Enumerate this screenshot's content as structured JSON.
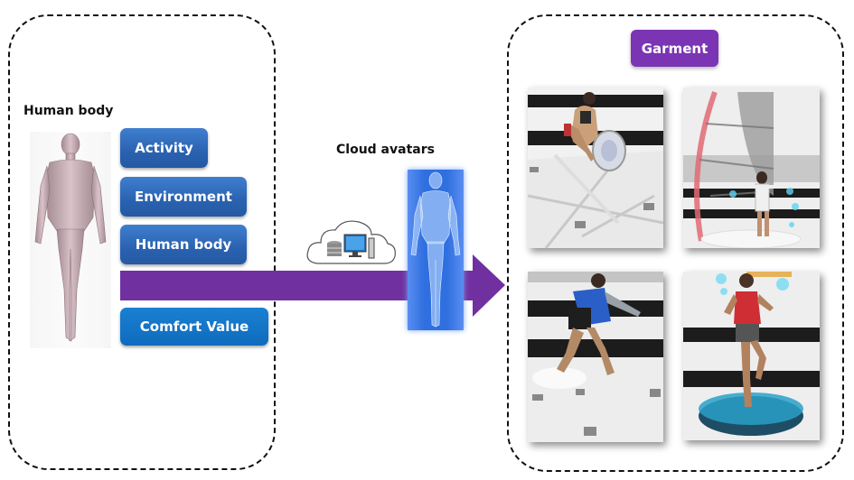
{
  "left_panel": {
    "heading": "Human body",
    "figure_icon": "human-body-figure",
    "inputs": [
      {
        "label": "Activity"
      },
      {
        "label": "Environment"
      },
      {
        "label": "Human body"
      }
    ],
    "output": {
      "label": "Comfort Value"
    }
  },
  "middle": {
    "heading": "Cloud avatars",
    "cloud_icon": "cloud-server-icon",
    "avatar_icon": "digital-avatar-figure"
  },
  "right_panel": {
    "heading": "Garment",
    "scenes": [
      {
        "name": "rowing-scene"
      },
      {
        "name": "windsurfing-scene"
      },
      {
        "name": "skating-scene"
      },
      {
        "name": "running-scene"
      }
    ]
  },
  "colors": {
    "arrow": "#7030a0",
    "button_blue": "#2a62b0",
    "comfort_blue": "#0f6bbd",
    "garment_purple": "#7a34b4",
    "avatar_blue": "#2f6fe0"
  }
}
